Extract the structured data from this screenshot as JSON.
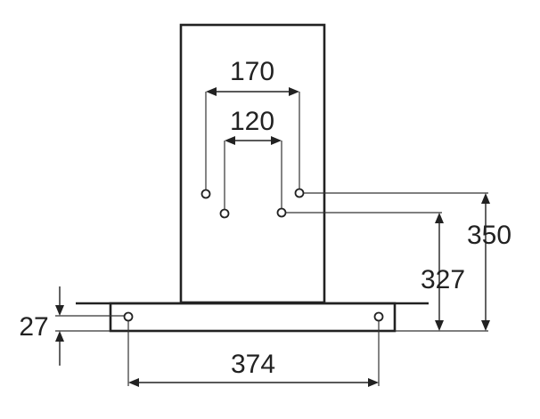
{
  "diagram": {
    "colors": {
      "line": "#222222",
      "background": "#ffffff"
    },
    "dimensions": {
      "top_hole_spacing": "170",
      "inner_hole_spacing": "120",
      "upper_hole_height": "350",
      "lower_hole_height": "327",
      "canopy_thickness": "27",
      "canopy_hole_spacing": "374"
    }
  }
}
